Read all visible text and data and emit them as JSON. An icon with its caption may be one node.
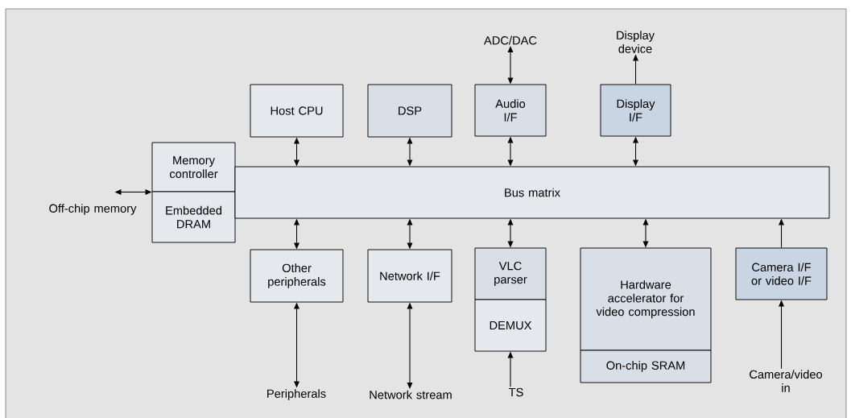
{
  "diagram": {
    "nodes": [
      {
        "text": [
          "Host CPU"
        ]
      },
      {
        "text": [
          "DSP"
        ]
      },
      {
        "text": [
          "Audio I/F"
        ]
      },
      {
        "text": [
          "Display I/F"
        ]
      },
      {
        "text": [
          "Memory controller"
        ]
      },
      {
        "text": [
          "Embedded DRAM"
        ]
      },
      {
        "text": [
          "Bus matrix"
        ]
      },
      {
        "text": [
          "Other peripherals"
        ]
      },
      {
        "text": [
          "Network I/F"
        ]
      },
      {
        "text": [
          "VLC parser"
        ]
      },
      {
        "text": [
          "DEMUX"
        ]
      },
      {
        "text": [
          "Hardware accelerator for video compression"
        ]
      },
      {
        "text": [
          "On-chip SRAM"
        ]
      },
      {
        "text": [
          "Camera I/F or video I/F"
        ]
      },
      {
        "text": [
          "ADC/DAC"
        ]
      },
      {
        "text": [
          "Display device"
        ]
      },
      {
        "text": [
          "Off-chip memory"
        ]
      },
      {
        "text": [
          "Peripherals"
        ]
      },
      {
        "text": [
          "Network stream"
        ]
      },
      {
        "text": [
          "TS"
        ]
      },
      {
        "text": [
          "Camera/video in"
        ]
      }
    ],
    "edges": [
      {
        "from": 14,
        "to": 2,
        "arrow": "both"
      },
      {
        "from": 3,
        "to": 15,
        "arrow": "to"
      },
      {
        "from": 0,
        "to": 6,
        "arrow": "both"
      },
      {
        "from": 1,
        "to": 6,
        "arrow": "both"
      },
      {
        "from": 2,
        "to": 6,
        "arrow": "both"
      },
      {
        "from": 3,
        "to": 6,
        "arrow": "both"
      },
      {
        "from": 16,
        "to": 4,
        "arrow": "both"
      },
      {
        "from": 6,
        "to": 7,
        "arrow": "both"
      },
      {
        "from": 7,
        "to": 17,
        "arrow": "both"
      },
      {
        "from": 6,
        "to": 8,
        "arrow": "both"
      },
      {
        "from": 8,
        "to": 18,
        "arrow": "both"
      },
      {
        "from": 6,
        "to": 9,
        "arrow": "both"
      },
      {
        "from": 19,
        "to": 10,
        "arrow": "to"
      },
      {
        "from": 6,
        "to": 11,
        "arrow": "both"
      },
      {
        "from": 13,
        "to": 6,
        "arrow": "to"
      },
      {
        "from": 20,
        "to": 13,
        "arrow": "to"
      }
    ]
  }
}
